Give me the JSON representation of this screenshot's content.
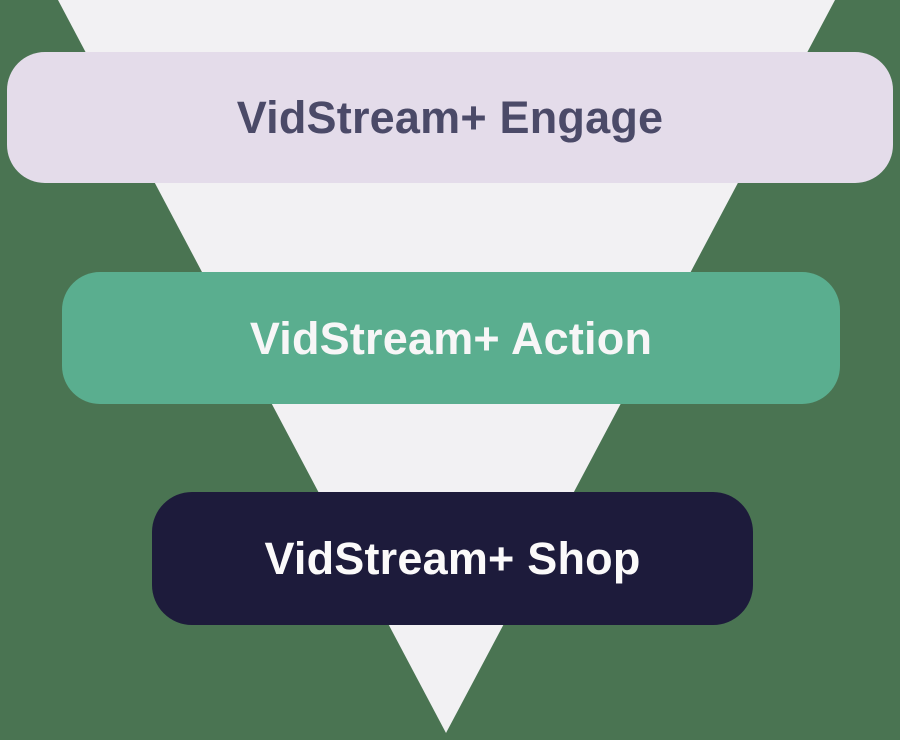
{
  "funnel": {
    "background_color": "#4a7452",
    "triangle_color": "#f2f1f3",
    "stages": [
      {
        "id": "engage",
        "label": "VidStream+ Engage",
        "bg_color": "#e4dcea",
        "text_color": "#4b4a68"
      },
      {
        "id": "action",
        "label": "VidStream+ Action",
        "bg_color": "#5aae8f",
        "text_color": "#f7f6f7"
      },
      {
        "id": "shop",
        "label": "VidStream+ Shop",
        "bg_color": "#1d1b3b",
        "text_color": "#fbfafa"
      }
    ]
  }
}
